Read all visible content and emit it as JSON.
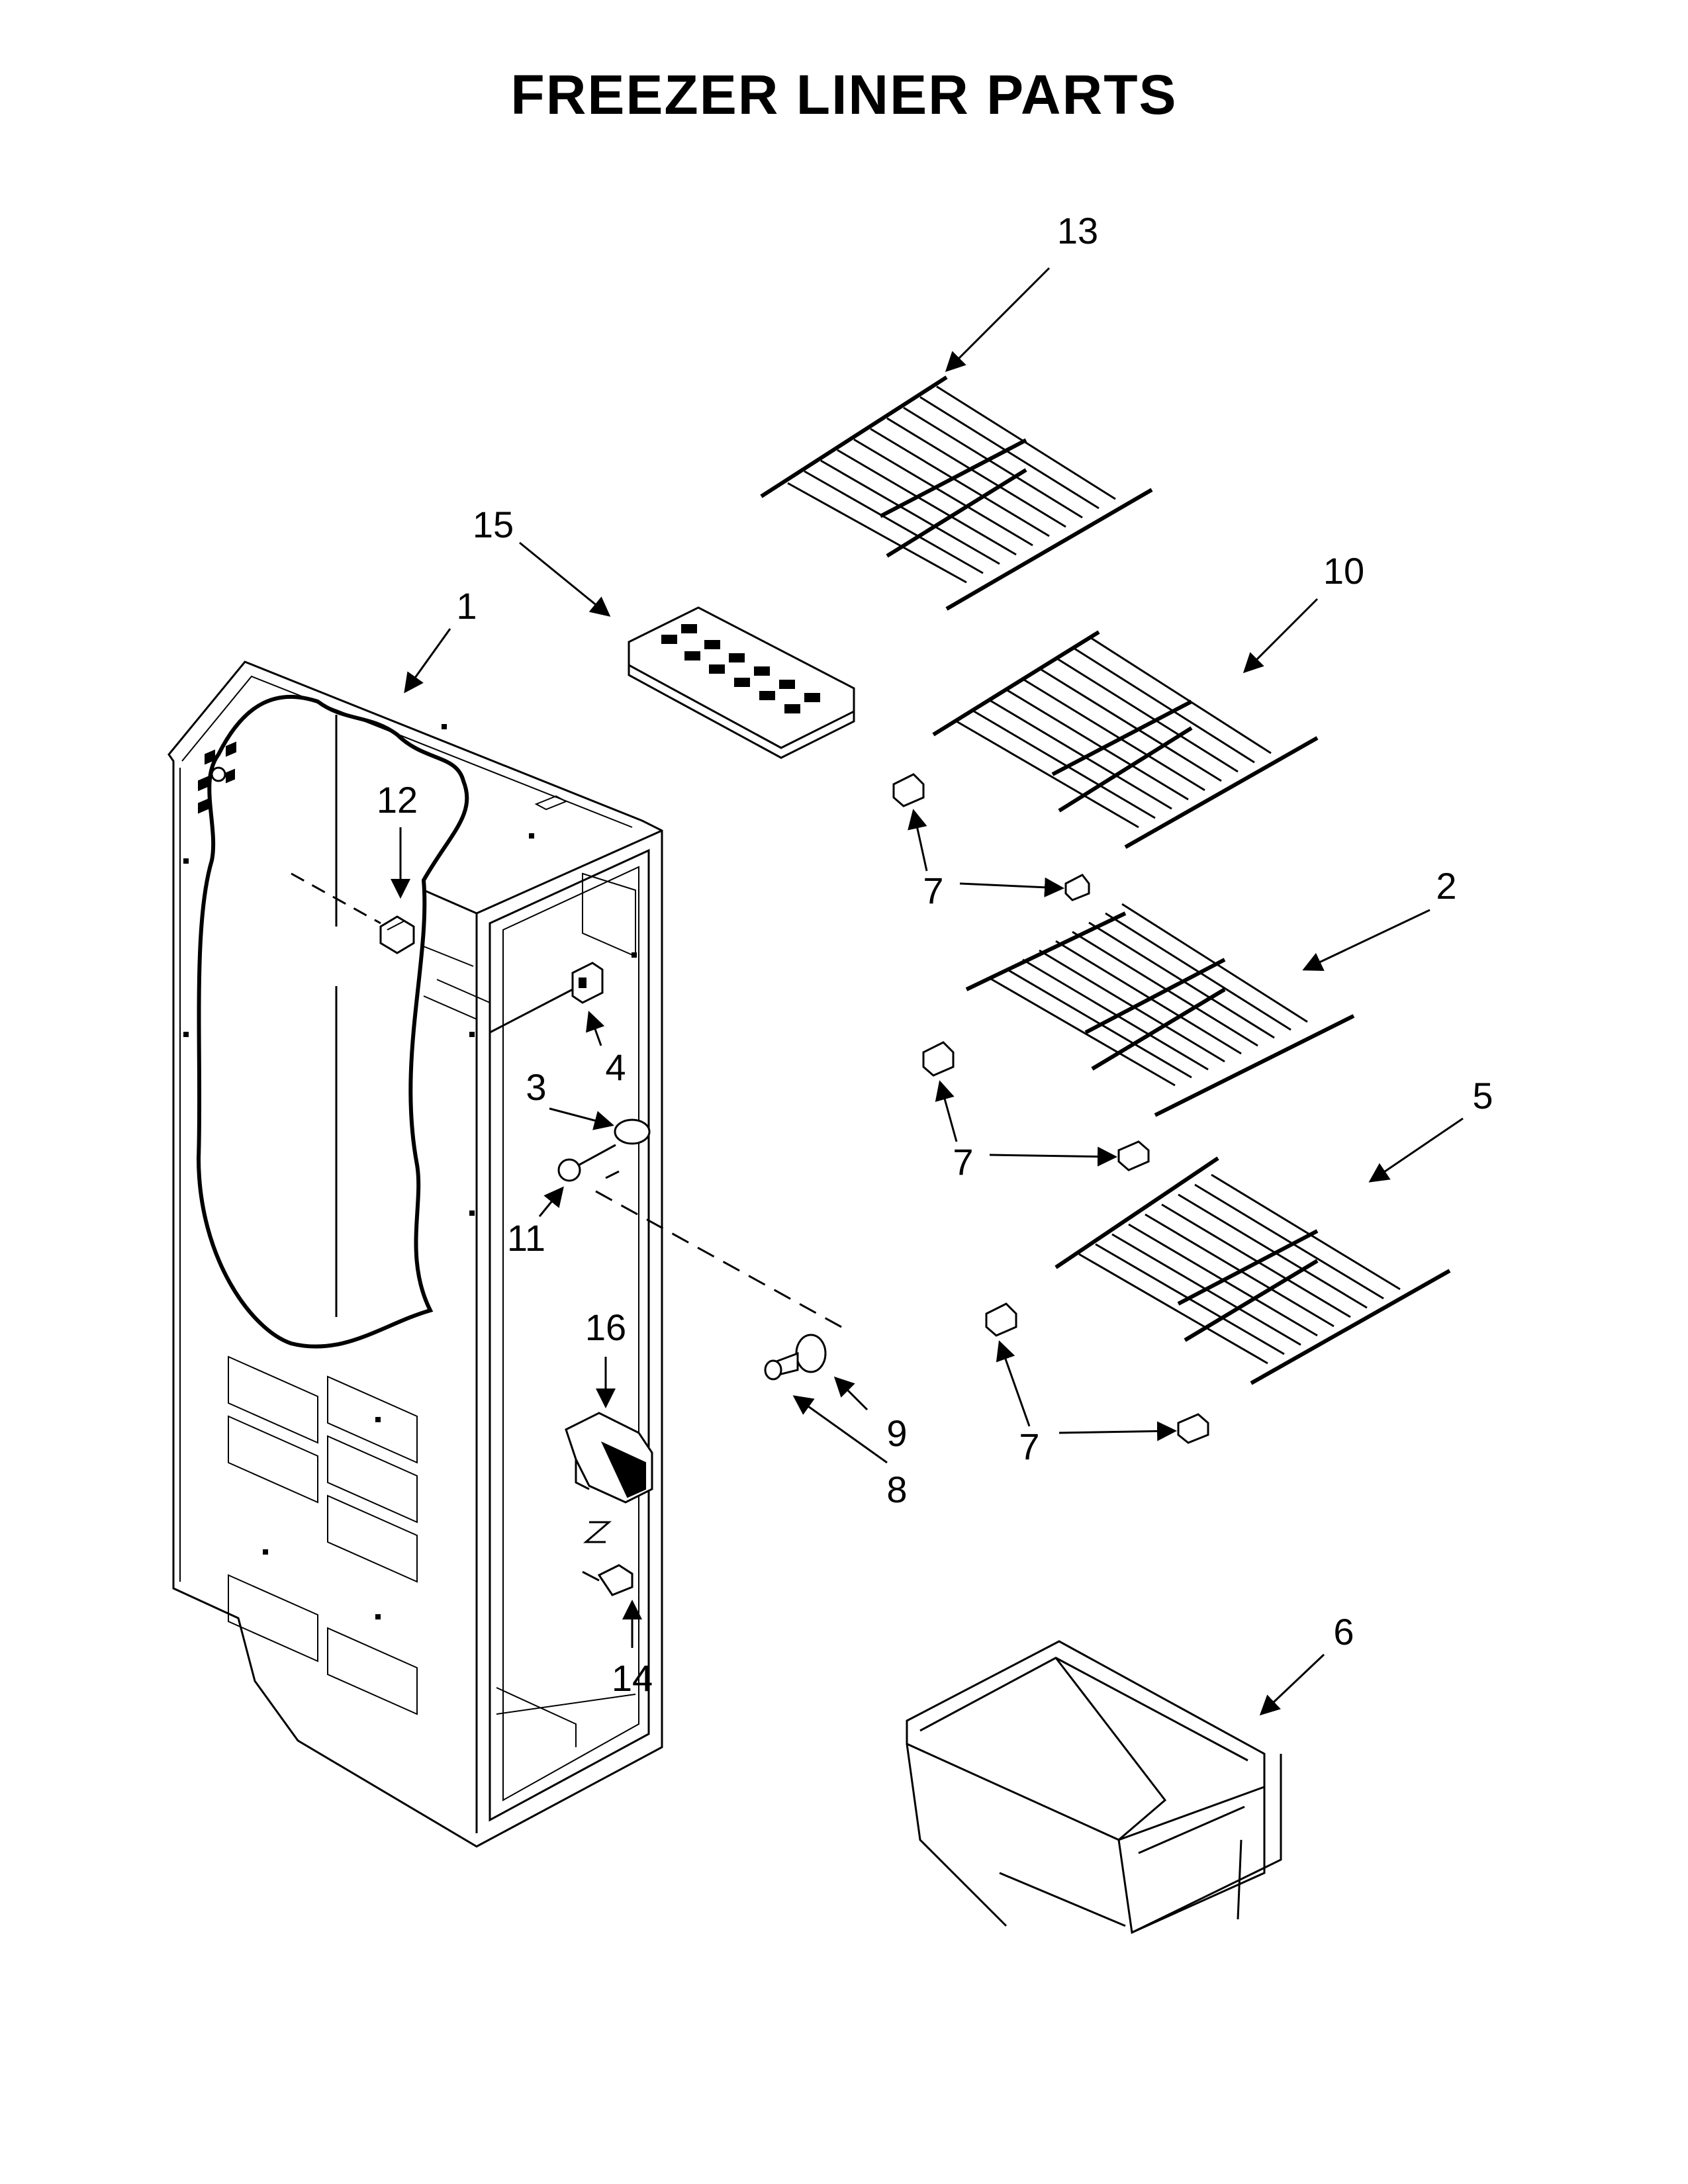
{
  "title": "FREEZER LINER PARTS",
  "callouts": {
    "c1": "1",
    "c2": "2",
    "c3": "3",
    "c4": "4",
    "c5": "5",
    "c6": "6",
    "c7a": "7",
    "c7b": "7",
    "c7c": "7",
    "c8": "8",
    "c9": "9",
    "c10": "10",
    "c11": "11",
    "c12": "12",
    "c13": "13",
    "c14": "14",
    "c15": "15",
    "c16": "16"
  }
}
